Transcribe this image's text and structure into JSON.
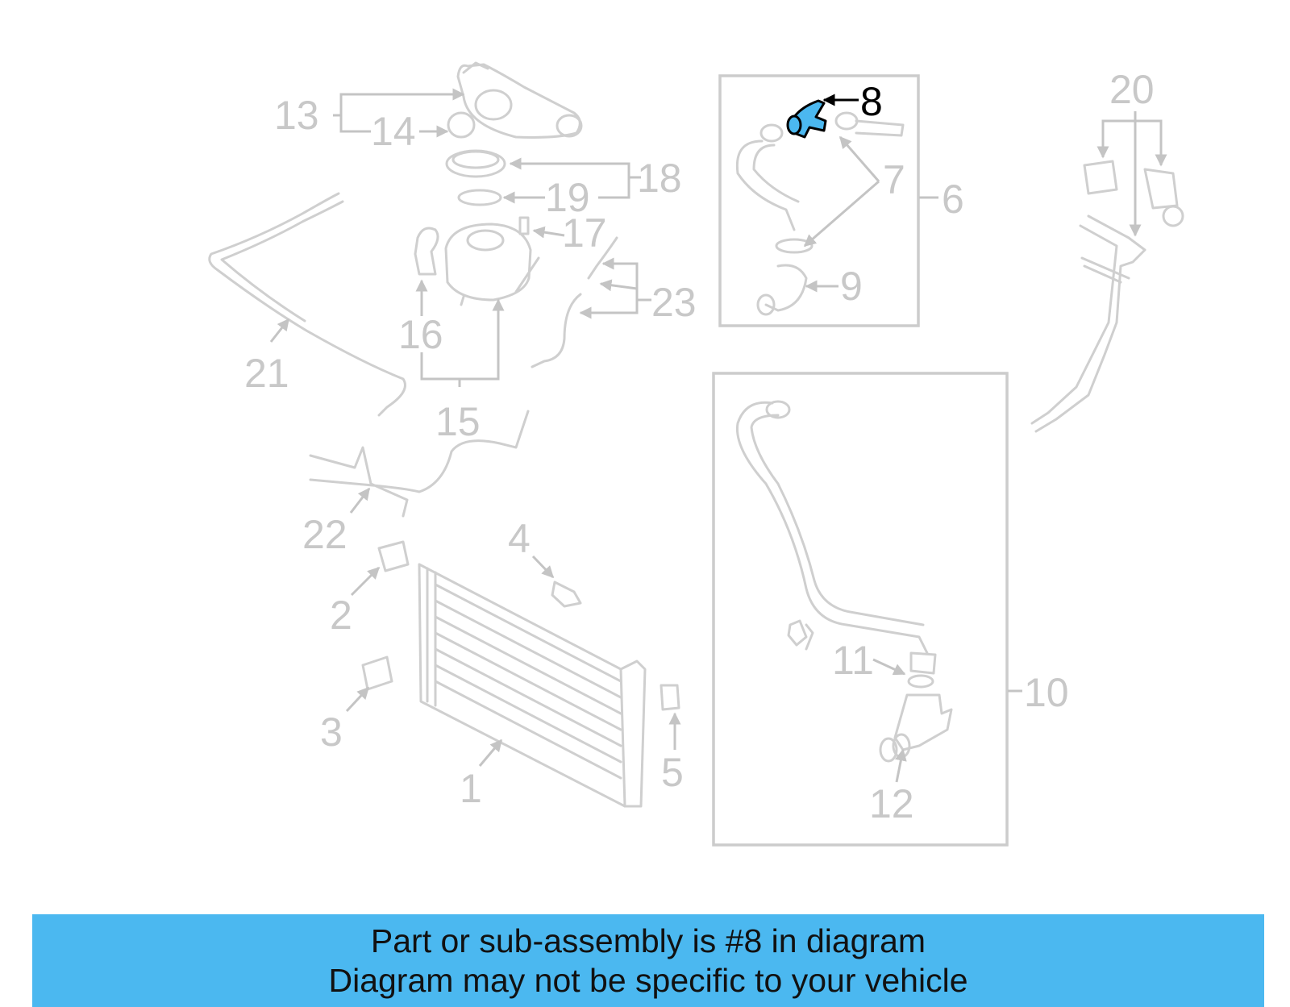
{
  "diagram": {
    "highlight_color": "#4bb8f0",
    "callouts": [
      {
        "id": "c1",
        "text": "1",
        "highlighted": false
      },
      {
        "id": "c2",
        "text": "2",
        "highlighted": false
      },
      {
        "id": "c3",
        "text": "3",
        "highlighted": false
      },
      {
        "id": "c4",
        "text": "4",
        "highlighted": false
      },
      {
        "id": "c5",
        "text": "5",
        "highlighted": false
      },
      {
        "id": "c6",
        "text": "6",
        "highlighted": false
      },
      {
        "id": "c7",
        "text": "7",
        "highlighted": false
      },
      {
        "id": "c8",
        "text": "8",
        "highlighted": true
      },
      {
        "id": "c9",
        "text": "9",
        "highlighted": false
      },
      {
        "id": "c10",
        "text": "10",
        "highlighted": false
      },
      {
        "id": "c11",
        "text": "11",
        "highlighted": false
      },
      {
        "id": "c12",
        "text": "12",
        "highlighted": false
      },
      {
        "id": "c13",
        "text": "13",
        "highlighted": false
      },
      {
        "id": "c14",
        "text": "14",
        "highlighted": false
      },
      {
        "id": "c15",
        "text": "15",
        "highlighted": false
      },
      {
        "id": "c16",
        "text": "16",
        "highlighted": false
      },
      {
        "id": "c17",
        "text": "17",
        "highlighted": false
      },
      {
        "id": "c18",
        "text": "18",
        "highlighted": false
      },
      {
        "id": "c19",
        "text": "19",
        "highlighted": false
      },
      {
        "id": "c20",
        "text": "20",
        "highlighted": false
      },
      {
        "id": "c21",
        "text": "21",
        "highlighted": false
      },
      {
        "id": "c22",
        "text": "22",
        "highlighted": false
      },
      {
        "id": "c23",
        "text": "23",
        "highlighted": false
      }
    ]
  },
  "banner": {
    "background": "#4bb8f0",
    "line1": "Part or sub-assembly is #8 in diagram",
    "line2": "Diagram may not be specific to your vehicle"
  }
}
